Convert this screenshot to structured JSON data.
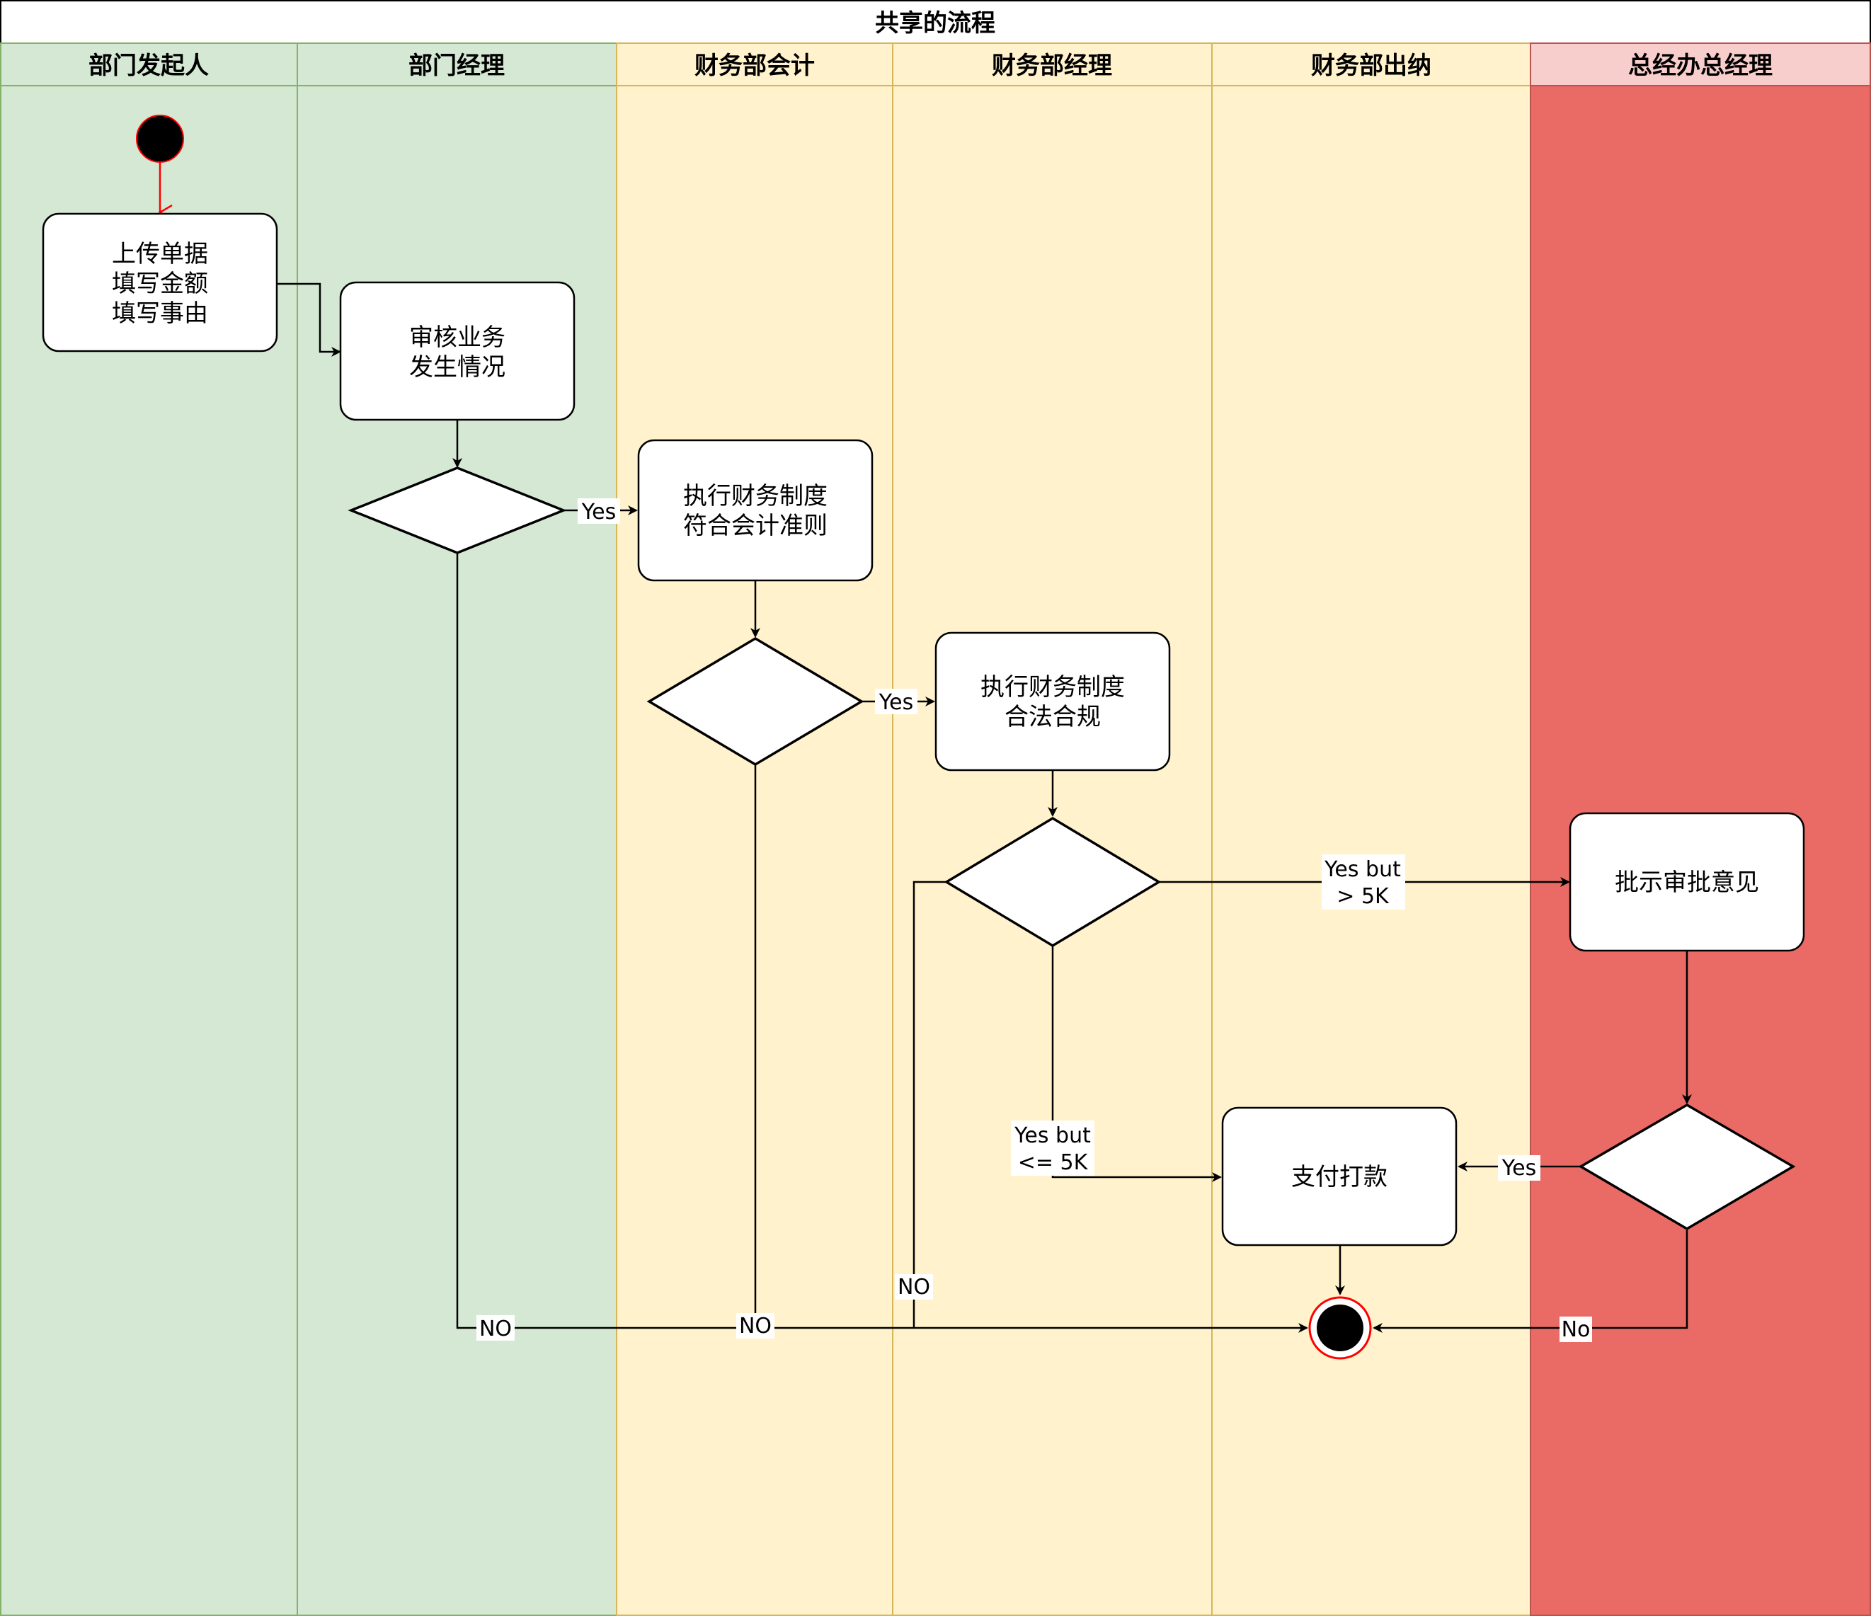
{
  "diagram": {
    "title": "共享的流程",
    "lanes": [
      {
        "id": "lane1",
        "label": "部门发起人",
        "fill": "#d5e8d4",
        "stroke": "#82b366"
      },
      {
        "id": "lane2",
        "label": "部门经理",
        "fill": "#d5e8d4",
        "stroke": "#82b366"
      },
      {
        "id": "lane3",
        "label": "财务部会计",
        "fill": "#fff2cc",
        "stroke": "#d6b656"
      },
      {
        "id": "lane4",
        "label": "财务部经理",
        "fill": "#fff2cc",
        "stroke": "#d6b656"
      },
      {
        "id": "lane5",
        "label": "财务部出纳",
        "fill": "#fff2cc",
        "stroke": "#d6b656"
      },
      {
        "id": "lane6",
        "label": "总经办总经理",
        "header_fill": "#f8cecc",
        "fill": "#ea6b66",
        "stroke": "#b85450"
      }
    ],
    "nodes": {
      "start": {
        "type": "start"
      },
      "upload": {
        "type": "activity",
        "lines": [
          "上传单据",
          "填写金额",
          "填写事由"
        ]
      },
      "review": {
        "type": "activity",
        "lines": [
          "审核业务",
          "发生情况"
        ]
      },
      "d1": {
        "type": "decision"
      },
      "acct": {
        "type": "activity",
        "lines": [
          "执行财务制度",
          "符合会计准则"
        ]
      },
      "d2": {
        "type": "decision"
      },
      "mgr": {
        "type": "activity",
        "lines": [
          "执行财务制度",
          "合法合规"
        ]
      },
      "d3": {
        "type": "decision"
      },
      "gm": {
        "type": "activity",
        "lines": [
          "批示审批意见"
        ]
      },
      "d4": {
        "type": "decision"
      },
      "pay": {
        "type": "activity",
        "lines": [
          "支付打款"
        ]
      },
      "end": {
        "type": "end"
      }
    },
    "edge_labels": {
      "yes1": "Yes",
      "yes2": "Yes",
      "yes_big": [
        "Yes but",
        "> 5K"
      ],
      "yes_small": [
        "Yes but",
        "<= 5K"
      ],
      "yes_gm": "Yes",
      "no1": "NO",
      "no2": "NO",
      "no3": "NO",
      "no_gm": "No"
    },
    "colors": {
      "start_fill": "#000000",
      "start_stroke": "#ff0000",
      "end_ring": "#ff0000",
      "line": "#000000"
    }
  }
}
